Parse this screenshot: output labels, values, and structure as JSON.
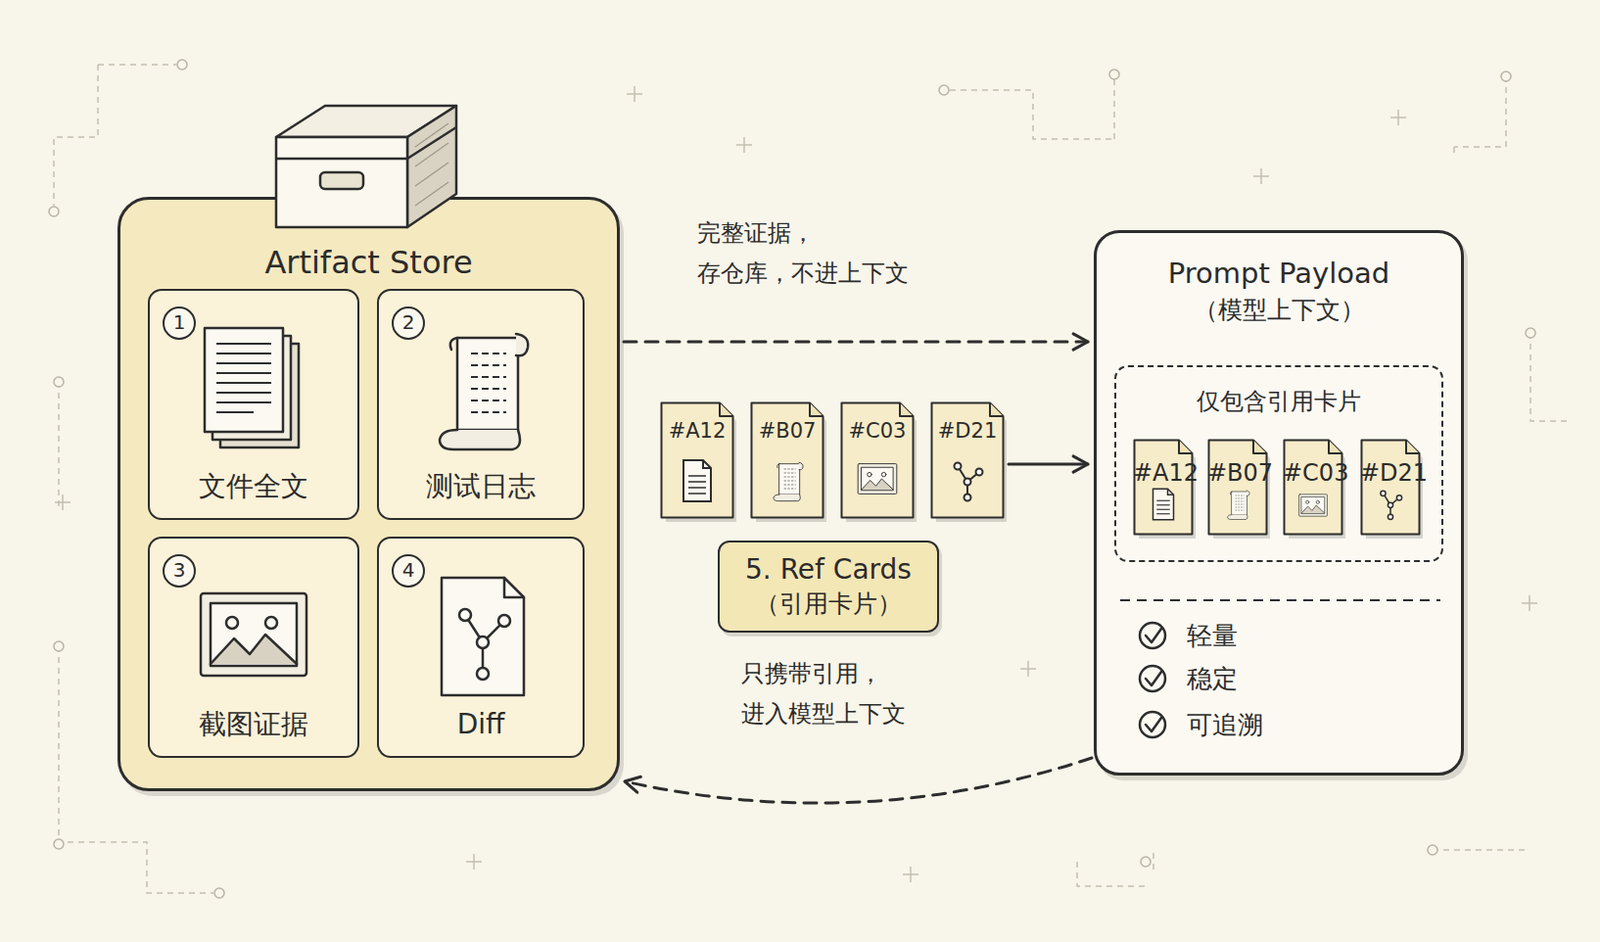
{
  "diagram": {
    "nodes": [
      {
        "text": [
          "Artifact Store"
        ]
      },
      {
        "text": [
          "1",
          "文件全文"
        ],
        "in": 0
      },
      {
        "text": [
          "2",
          "测试日志"
        ],
        "in": 0
      },
      {
        "text": [
          "3",
          "截图证据"
        ],
        "in": 0
      },
      {
        "text": [
          "4",
          "Diff"
        ],
        "in": 0
      },
      {
        "text": [
          "#A12"
        ]
      },
      {
        "text": [
          "#B07"
        ]
      },
      {
        "text": [
          "#C03"
        ]
      },
      {
        "text": [
          "#D21"
        ]
      },
      {
        "text": [
          "5. Ref Cards",
          "（引用卡片）"
        ]
      },
      {
        "text": [
          "Prompt Payload",
          "（模型上下文）"
        ]
      },
      {
        "text": [
          "仅包含引用卡片"
        ],
        "in": 10
      },
      {
        "text": [
          "#A12"
        ],
        "in": 11
      },
      {
        "text": [
          "#B07"
        ],
        "in": 11
      },
      {
        "text": [
          "#C03"
        ],
        "in": 11
      },
      {
        "text": [
          "#D21"
        ],
        "in": 11
      }
    ],
    "edges": [
      {
        "from": 0,
        "to": 10,
        "arrow": "to",
        "label": "完整证据， 存仓库，不进上下文"
      },
      {
        "from": 8,
        "to": 10,
        "arrow": "to"
      },
      {
        "from": 10,
        "to": 0,
        "arrow": "to"
      }
    ],
    "labels": [
      "只携带引用， 进入模型上下文",
      "轻量",
      "稳定",
      "可追溯"
    ]
  }
}
